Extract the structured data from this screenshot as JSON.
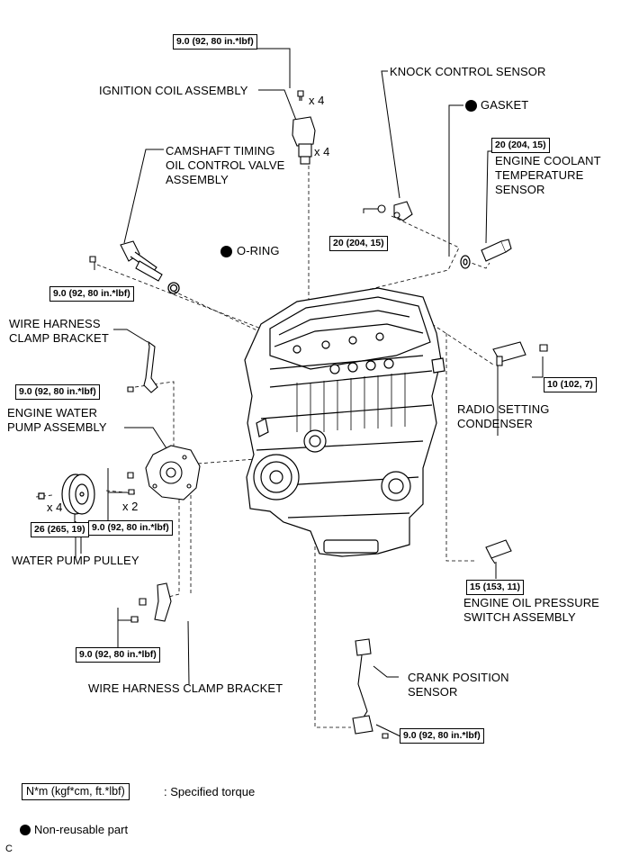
{
  "labels": {
    "ignition_coil": "IGNITION COIL ASSEMBLY",
    "camshaft_valve": "CAMSHAFT TIMING\nOIL CONTROL VALVE\nASSEMBLY",
    "knock_sensor": "KNOCK CONTROL SENSOR",
    "gasket": "GASKET",
    "coolant_temp_sensor": "ENGINE COOLANT\nTEMPERATURE\nSENSOR",
    "o_ring": "O-RING",
    "wire_harness_clamp_upper": "WIRE HARNESS\nCLAMP BRACKET",
    "water_pump": "ENGINE WATER\nPUMP ASSEMBLY",
    "radio_condenser": "RADIO SETTING\nCONDENSER",
    "water_pump_pulley": "WATER PUMP PULLEY",
    "oil_pressure_switch": "ENGINE OIL PRESSURE\nSWITCH ASSEMBLY",
    "crank_sensor": "CRANK POSITION\nSENSOR",
    "wire_harness_clamp_lower": "WIRE HARNESS CLAMP BRACKET"
  },
  "torques": {
    "ignition_coil_bolt": "9.0 (92, 80 in.*lbf)",
    "knock_sensor_nut": "20 (204, 15)",
    "coolant_sensor": "20 (204, 15)",
    "camshaft_valve_bolt": "9.0 (92, 80 in.*lbf)",
    "clamp_upper_bolt": "9.0 (92, 80 in.*lbf)",
    "condenser_bolt": "10 (102, 7)",
    "pulley_bolt": "26 (265, 19)",
    "water_pump_bolt": "9.0 (92, 80 in.*lbf)",
    "oil_pressure_switch": "15 (153, 11)",
    "clamp_lower_bolt": "9.0 (92, 80 in.*lbf)",
    "crank_sensor_bolt": "9.0 (92, 80 in.*lbf)"
  },
  "quantities": {
    "coil_bolts": "x 4",
    "coils": "x 4",
    "pulley_bolts": "x 4",
    "pump_bolts": "x 2"
  },
  "legend": {
    "torque_box": "N*m (kgf*cm, ft.*lbf)",
    "torque_text": ": Specified torque",
    "nonreusable_text": "Non-reusable part"
  },
  "corner_letter": "C"
}
